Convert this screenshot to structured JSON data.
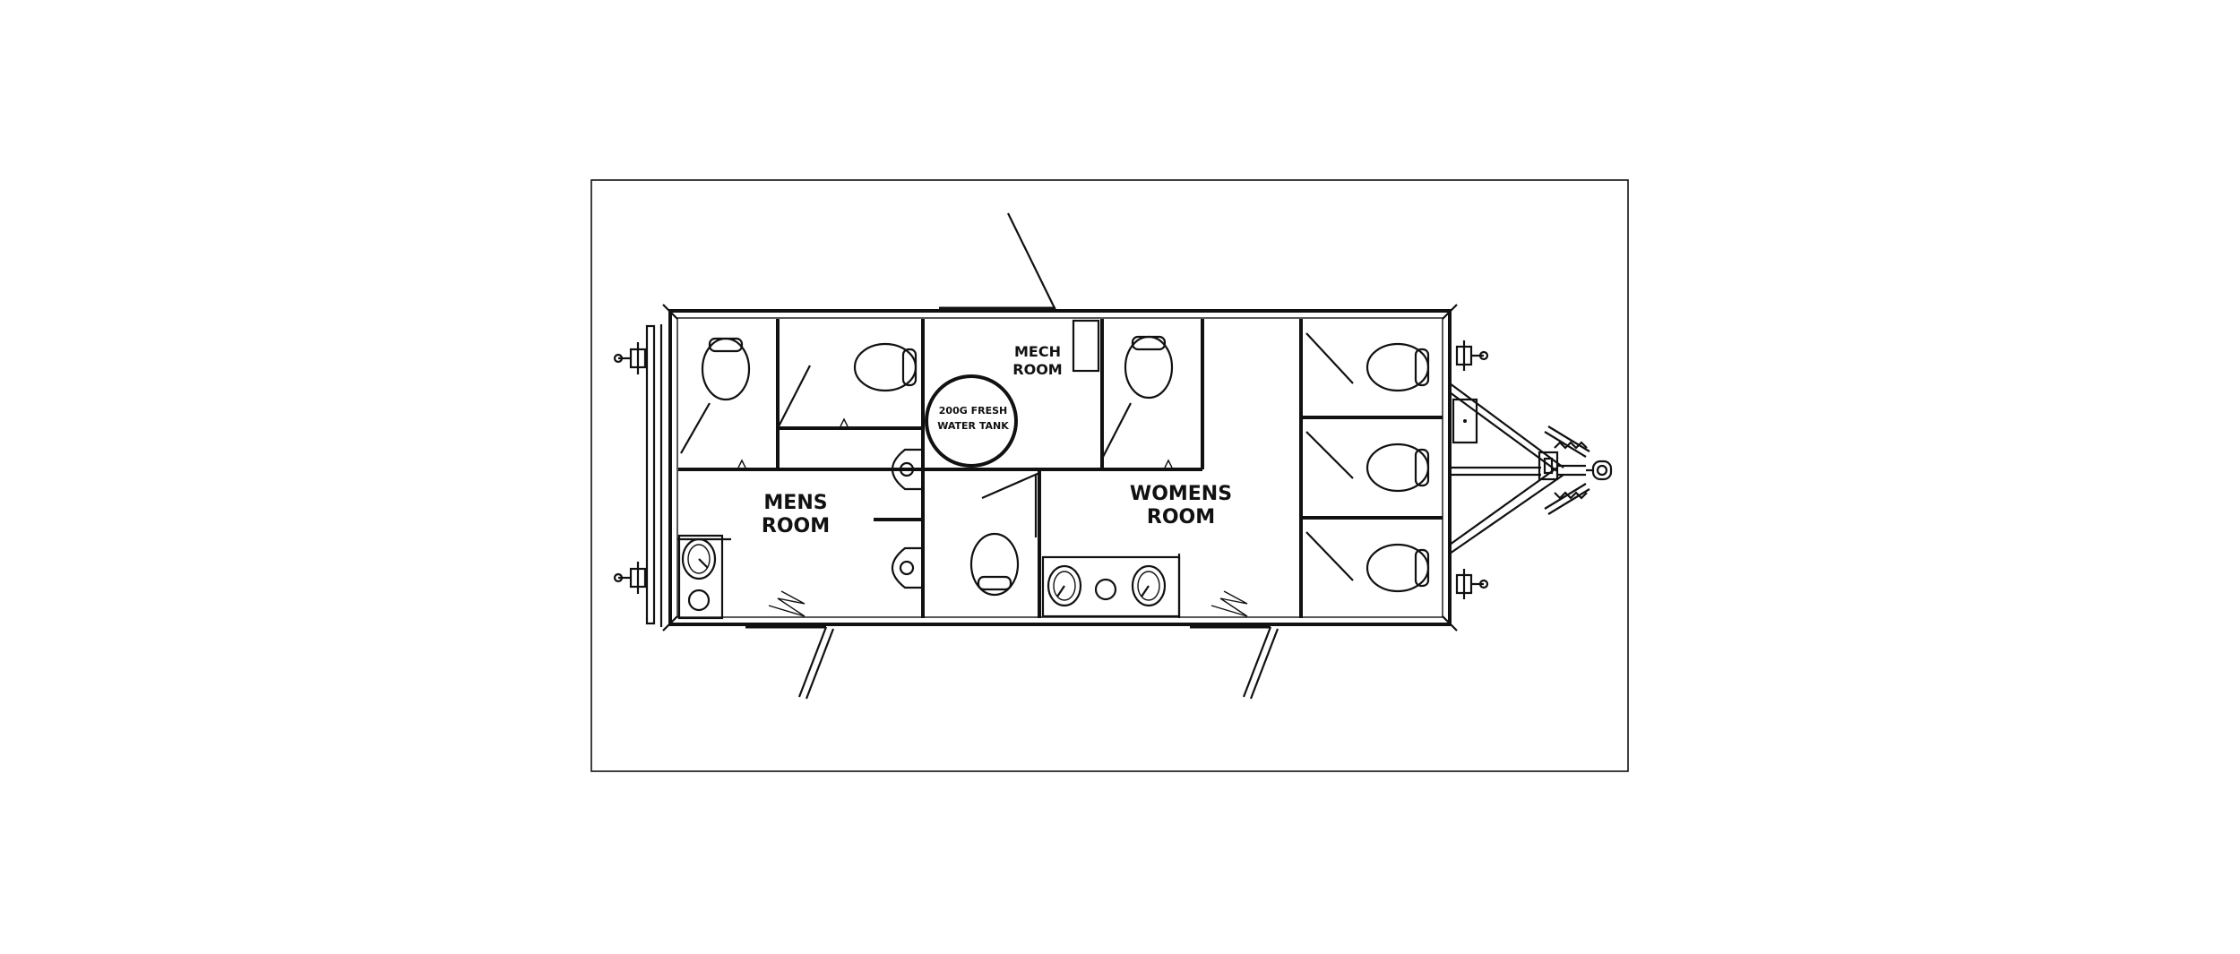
{
  "labels": {
    "mens_room": [
      "MENS",
      "ROOM"
    ],
    "womens_room": [
      "WOMENS",
      "ROOM"
    ],
    "mech_room": [
      "MECH",
      "ROOM"
    ],
    "water_tank": [
      "200G FRESH",
      "WATER TANK"
    ]
  },
  "colors": {
    "ink": "#111111",
    "background": "#ffffff"
  },
  "icons": [
    "toilet-icon",
    "sink-icon",
    "drain-icon",
    "door-swing-icon",
    "leveling-jack-icon",
    "hitch-coupler-icon"
  ]
}
